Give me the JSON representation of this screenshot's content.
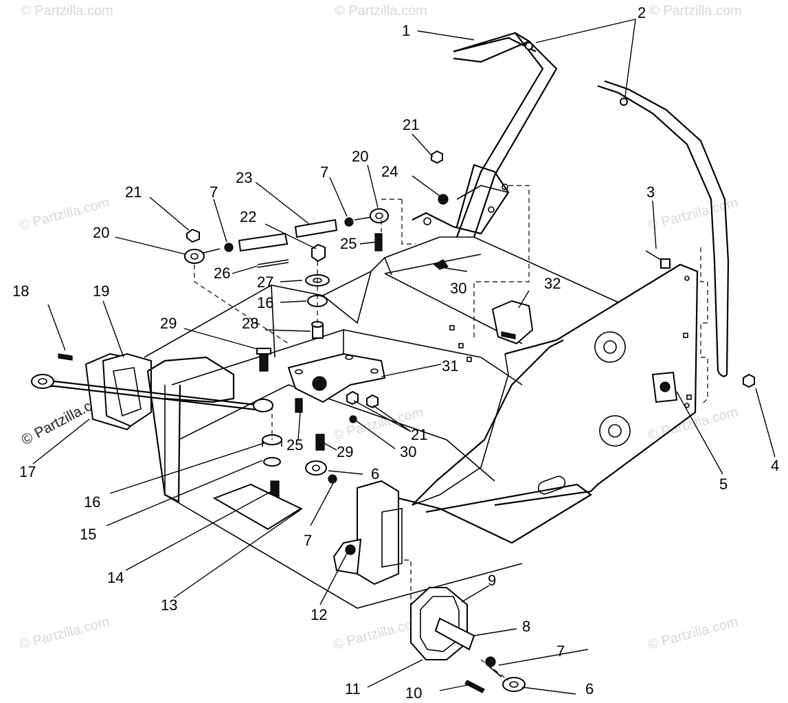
{
  "watermark": {
    "text": "© Partzilla.com"
  },
  "callouts": [
    {
      "id": "c1",
      "label": "1"
    },
    {
      "id": "c2",
      "label": "2"
    },
    {
      "id": "c3",
      "label": "3"
    },
    {
      "id": "c4",
      "label": "4"
    },
    {
      "id": "c5",
      "label": "5"
    },
    {
      "id": "c6a",
      "label": "6"
    },
    {
      "id": "c6b",
      "label": "6"
    },
    {
      "id": "c7a",
      "label": "7"
    },
    {
      "id": "c7b",
      "label": "7"
    },
    {
      "id": "c7c",
      "label": "7"
    },
    {
      "id": "c7d",
      "label": "7"
    },
    {
      "id": "c8",
      "label": "8"
    },
    {
      "id": "c9",
      "label": "9"
    },
    {
      "id": "c10",
      "label": "10"
    },
    {
      "id": "c11",
      "label": "11"
    },
    {
      "id": "c12",
      "label": "12"
    },
    {
      "id": "c13",
      "label": "13"
    },
    {
      "id": "c14",
      "label": "14"
    },
    {
      "id": "c15",
      "label": "15"
    },
    {
      "id": "c16a",
      "label": "16"
    },
    {
      "id": "c16b",
      "label": "16"
    },
    {
      "id": "c17",
      "label": "17"
    },
    {
      "id": "c18",
      "label": "18"
    },
    {
      "id": "c19",
      "label": "19"
    },
    {
      "id": "c20a",
      "label": "20"
    },
    {
      "id": "c20b",
      "label": "20"
    },
    {
      "id": "c21a",
      "label": "21"
    },
    {
      "id": "c21b",
      "label": "21"
    },
    {
      "id": "c21c",
      "label": "21"
    },
    {
      "id": "c22",
      "label": "22"
    },
    {
      "id": "c23",
      "label": "23"
    },
    {
      "id": "c24",
      "label": "24"
    },
    {
      "id": "c25a",
      "label": "25"
    },
    {
      "id": "c25b",
      "label": "25"
    },
    {
      "id": "c26",
      "label": "26"
    },
    {
      "id": "c27",
      "label": "27"
    },
    {
      "id": "c28",
      "label": "28"
    },
    {
      "id": "c29a",
      "label": "29"
    },
    {
      "id": "c29b",
      "label": "29"
    },
    {
      "id": "c30a",
      "label": "30"
    },
    {
      "id": "c30b",
      "label": "30"
    },
    {
      "id": "c31",
      "label": "31"
    },
    {
      "id": "c32",
      "label": "32"
    }
  ]
}
